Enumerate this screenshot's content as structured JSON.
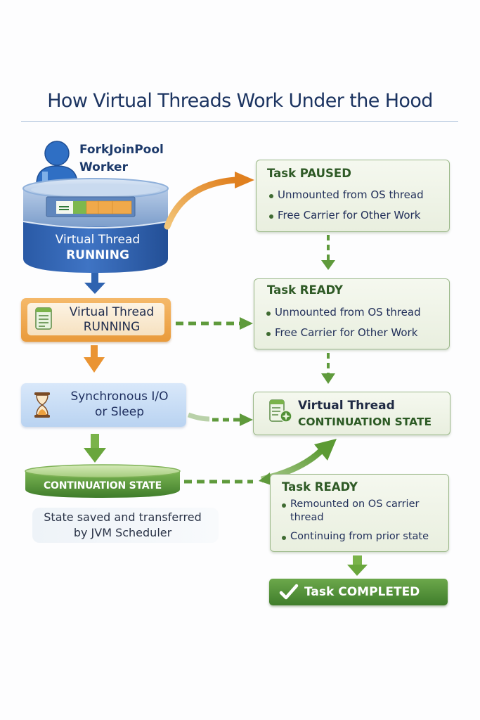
{
  "title": "How Virtual Threads Work Under the Hood",
  "colors": {
    "title": "#1c3461",
    "blue": "#2f63b0",
    "orange": "#e8902e",
    "green": "#5f9a3c",
    "dark_green": "#2f5a26"
  },
  "left_column": {
    "worker": {
      "icon": "user-icon",
      "label_line1": "ForkJoinPool",
      "label_line2": "Worker"
    },
    "cylinder": {
      "line1": "Virtual Thread",
      "line2": "RUNNING",
      "progress_segments": [
        "white",
        "green",
        "orange",
        "orange",
        "orange"
      ]
    },
    "running_box": {
      "icon": "document-icon",
      "line1": "Virtual Thread",
      "line2": "RUNNING"
    },
    "sync_box": {
      "icon": "hourglass-icon",
      "line1": "Synchronous I/O",
      "line2": "or Sleep"
    },
    "continuation_disk": {
      "label": "CONTINUATION STATE"
    },
    "note": {
      "line1": "State saved and transferred",
      "line2": "by JVM Scheduler"
    }
  },
  "right_column": {
    "paused": {
      "heading": "Task PAUSED",
      "bullets": [
        "Unmounted from OS thread",
        "Free Carrier for Other Work"
      ]
    },
    "ready1": {
      "heading": "Task READY",
      "bullets": [
        "Unmounted from OS thread",
        "Free Carrier for Other Work"
      ]
    },
    "continuation": {
      "icon": "document-gear-icon",
      "line1": "Virtual Thread",
      "line2": "CONTINUATION STATE"
    },
    "ready2": {
      "heading": "Task READY",
      "bullets": [
        "Remounted on OS carrier thread",
        "Continuing from prior state"
      ]
    },
    "completed": {
      "icon": "checkmark-icon",
      "label": "Task COMPLETED"
    }
  }
}
